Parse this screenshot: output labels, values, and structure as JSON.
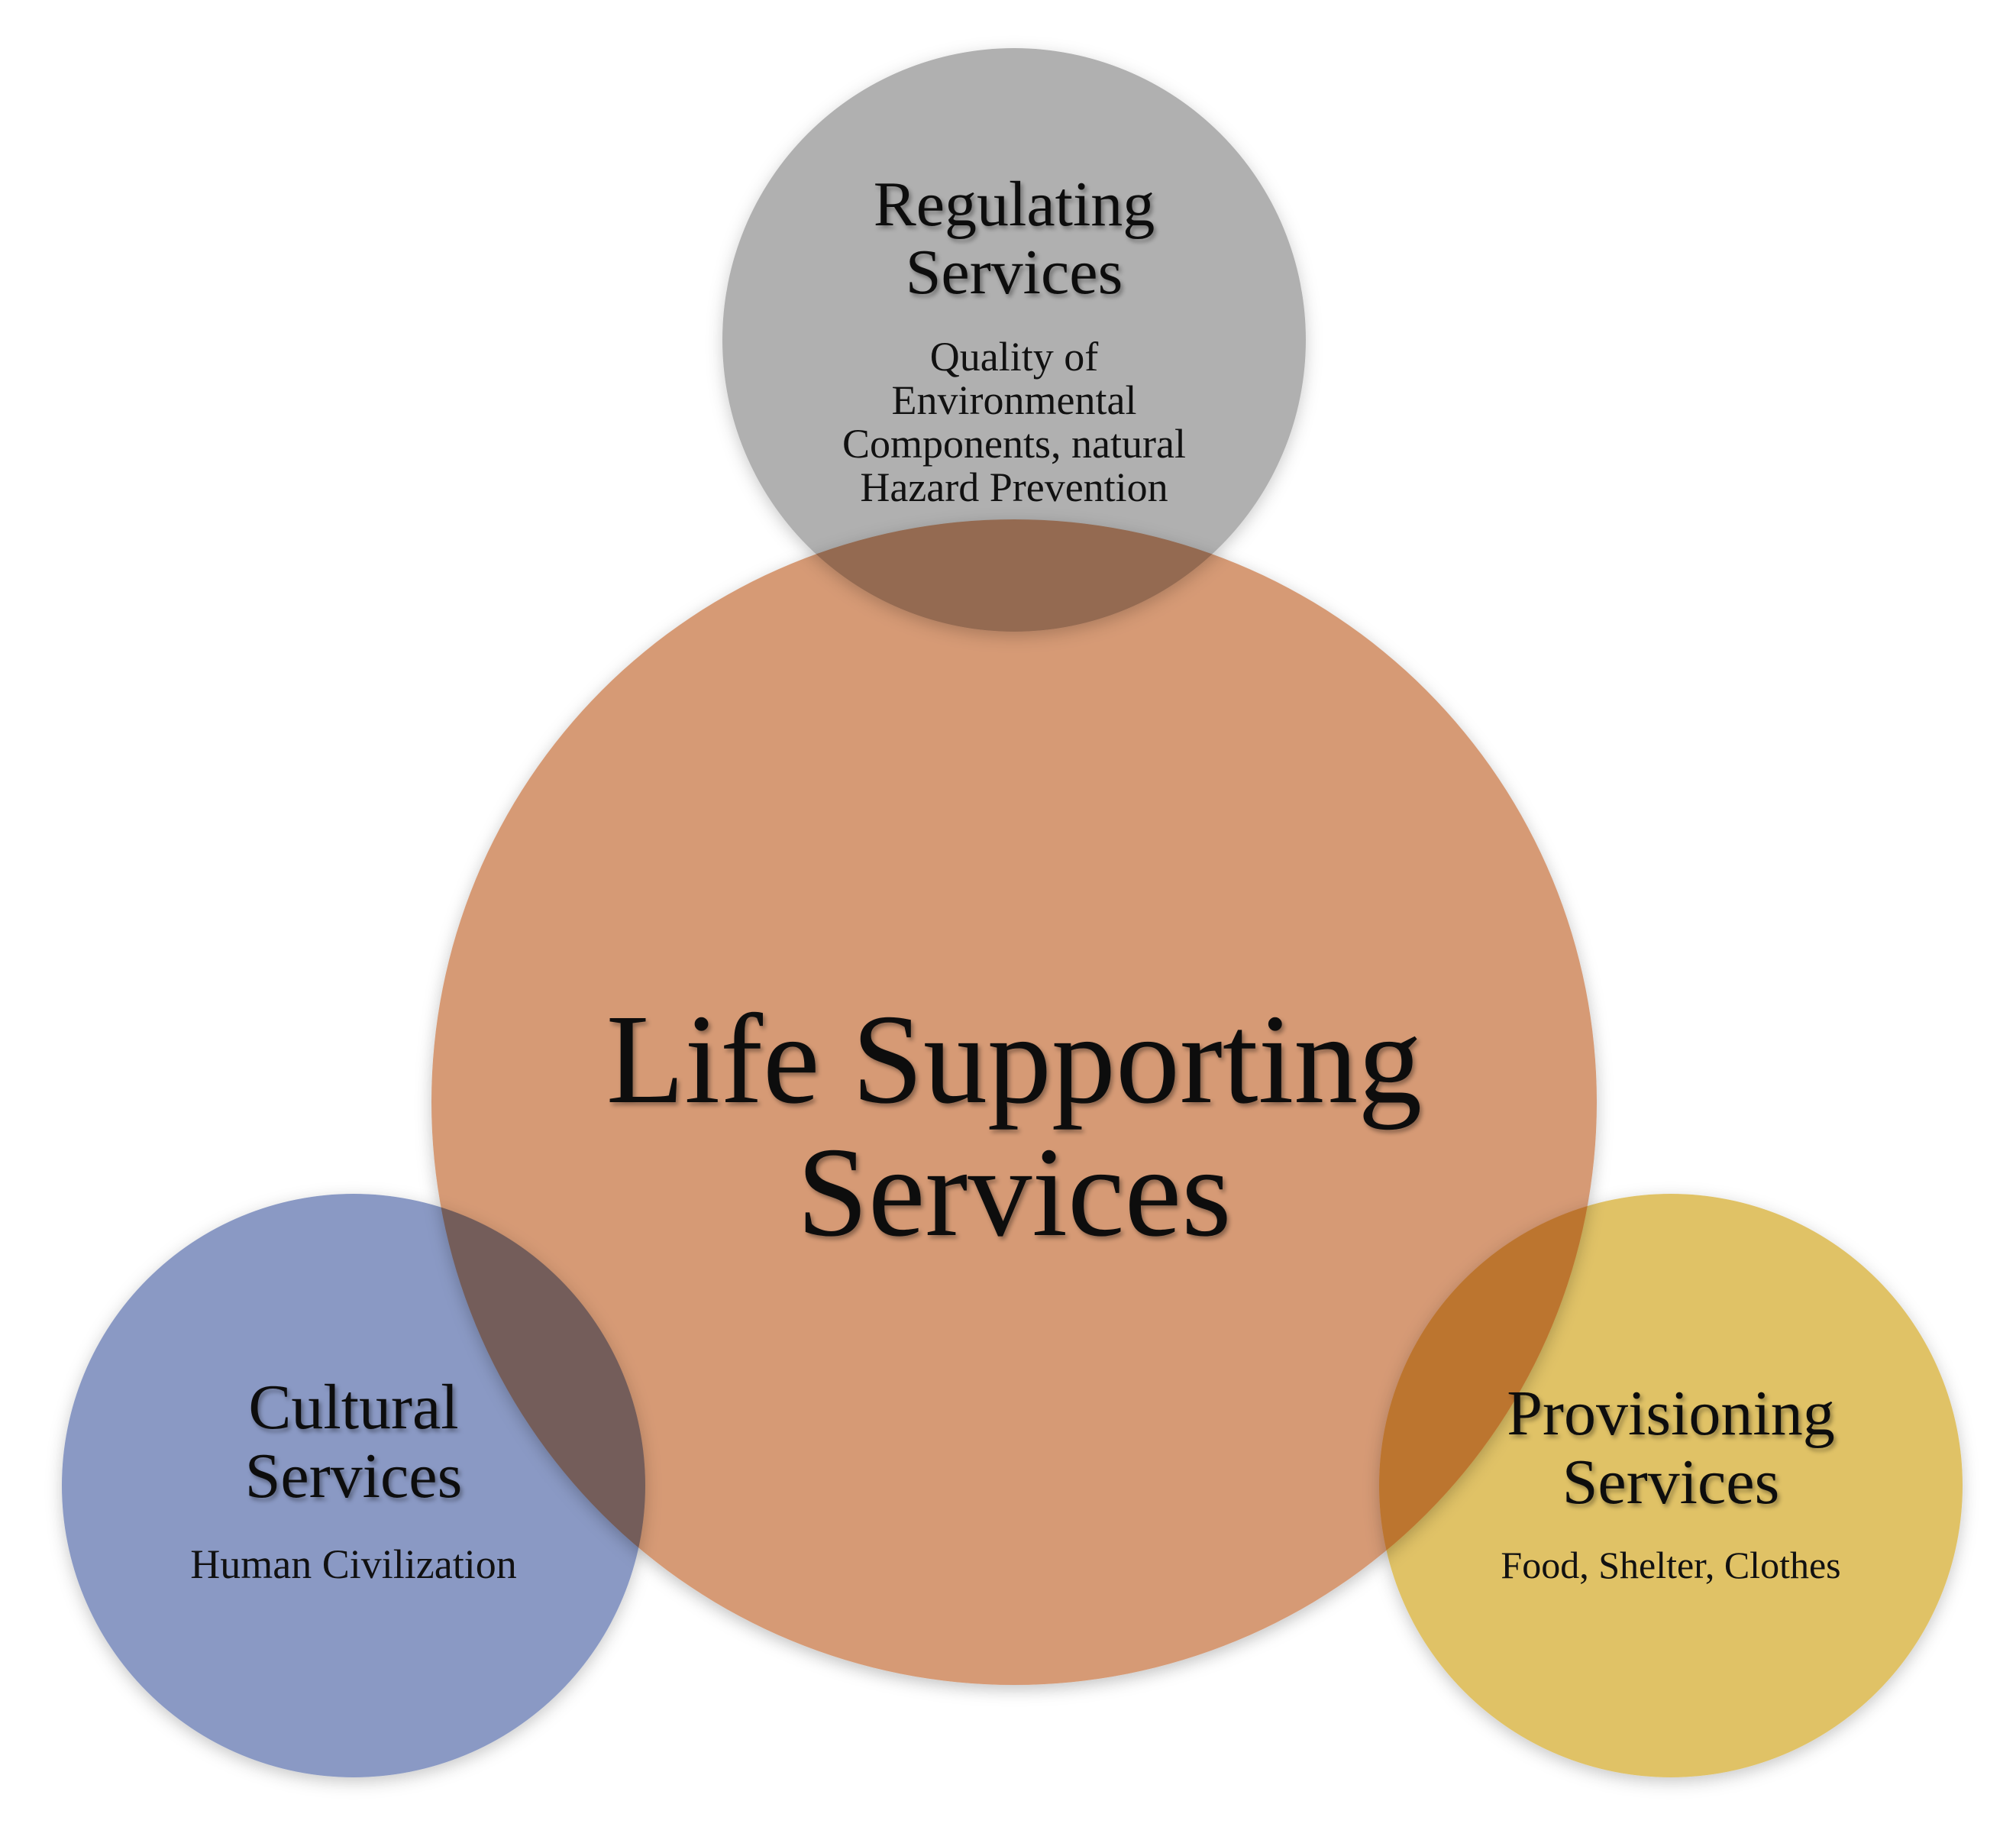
{
  "colors": {
    "center": "#d3926a",
    "regulating": "#9c9c9c",
    "cultural": "#7487ba",
    "provisioning": "#dbb74c",
    "text": "#111111"
  },
  "center": {
    "title_line1": "Life Supporting",
    "title_line2": "Services"
  },
  "regulating": {
    "title_line1": "Regulating",
    "title_line2": "Services",
    "desc_line1": "Quality of",
    "desc_line2": "Environmental",
    "desc_line3": "Components, natural",
    "desc_line4": "Hazard Prevention"
  },
  "cultural": {
    "title_line1": "Cultural",
    "title_line2": "Services",
    "desc_line1": "Human Civilization"
  },
  "provisioning": {
    "title_line1": "Provisioning",
    "title_line2": "Services",
    "desc_line1": "Food, Shelter, Clothes"
  }
}
